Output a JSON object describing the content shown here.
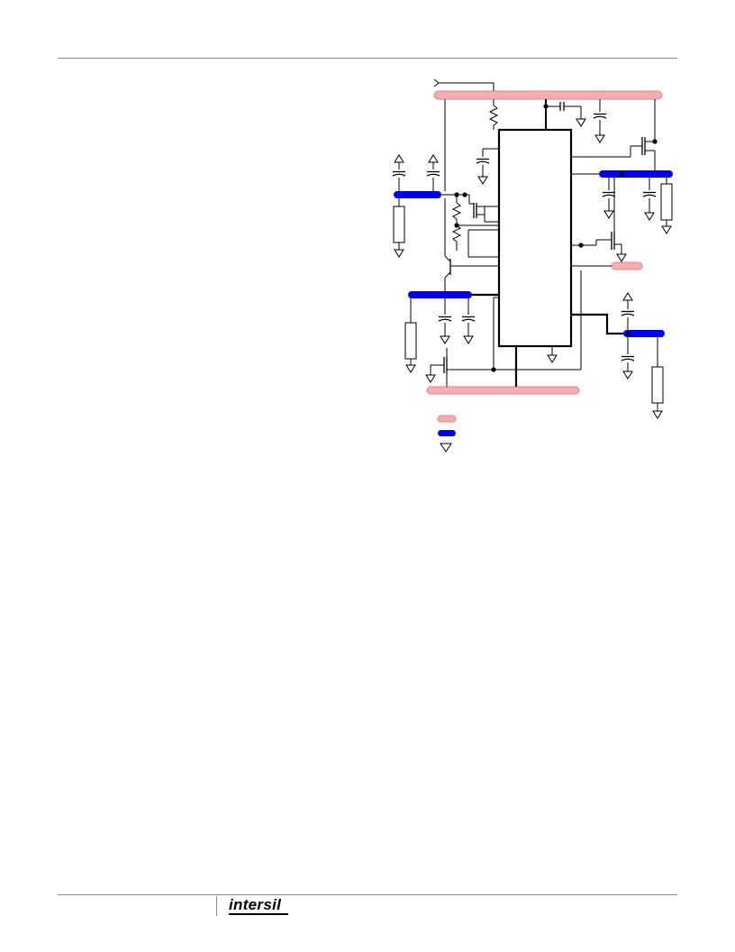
{
  "brand": {
    "logo_text": "intersil"
  },
  "colors": {
    "rail_pink_fill": "#f4aeb0",
    "rail_pink_stroke": "#e0858a",
    "rail_blue": "#0000ee",
    "wire": "#000000",
    "page_rule": "#8c8c8c"
  },
  "legend": {
    "items": [
      {
        "symbol": "pink-rail-swatch"
      },
      {
        "symbol": "blue-rail-swatch"
      },
      {
        "symbol": "ground-triangle"
      }
    ]
  }
}
